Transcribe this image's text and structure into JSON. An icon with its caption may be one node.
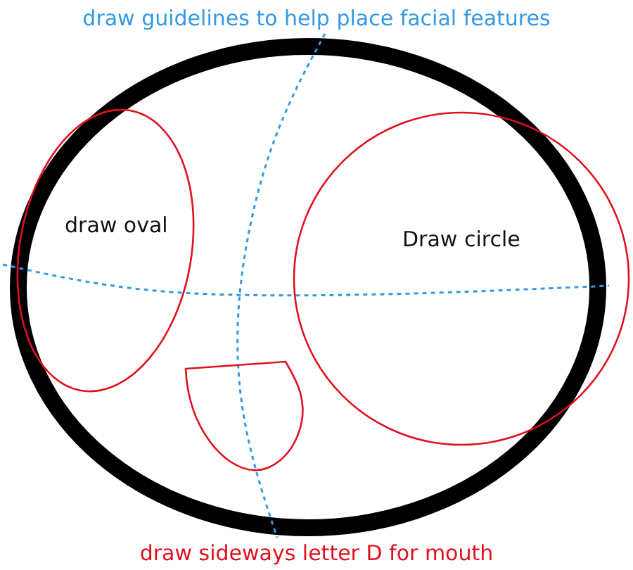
{
  "diagram": {
    "nodes": [
      {
        "text": [
          "draw oval"
        ]
      },
      {
        "text": [
          "Draw circle"
        ]
      },
      {
        "text": [],
        "shape": "semicircle"
      }
    ],
    "labels": [
      "draw guidelines to help place facial features",
      "draw sideways letter D for mouth"
    ]
  }
}
